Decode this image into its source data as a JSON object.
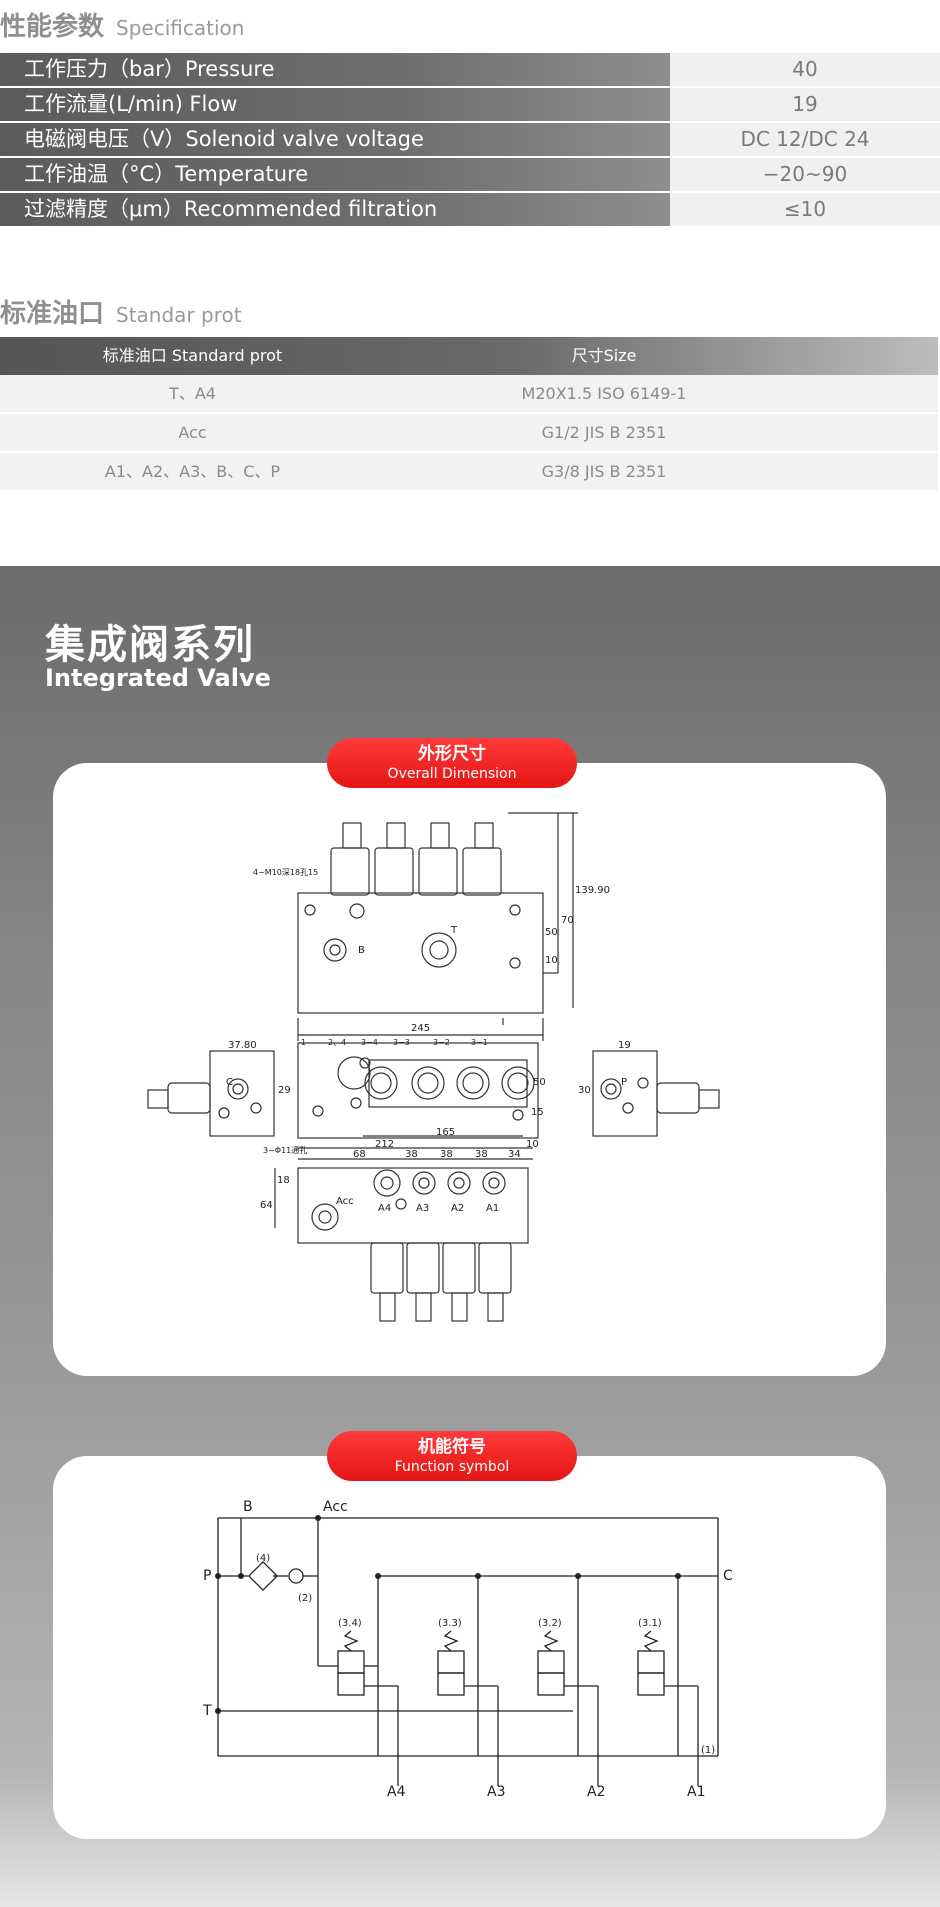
{
  "spec": {
    "title_zh": "性能参数",
    "title_en": "Specification",
    "rows": [
      {
        "label": "工作压力（bar）Pressure",
        "value": "40"
      },
      {
        "label": "工作流量(L/min) Flow",
        "value": "19"
      },
      {
        "label": "电磁阀电压（V）Solenoid valve voltage",
        "value": "DC 12/DC 24"
      },
      {
        "label": "工作油温（°C）Temperature",
        "value": "−20~90"
      },
      {
        "label": "过滤精度（μm）Recommended filtration",
        "value": "≤10"
      }
    ]
  },
  "ports": {
    "title_zh": "标准油口",
    "title_en": "Standar prot",
    "header": [
      "标准油口 Standard prot",
      "尺寸Size"
    ],
    "rows": [
      [
        "T、A4",
        "M20X1.5  ISO  6149-1"
      ],
      [
        "Acc",
        "G1/2  JIS  B  2351"
      ],
      [
        "A1、A2、A3、B、C、P",
        "G3/8  JIS  B  2351"
      ]
    ]
  },
  "series": {
    "title_zh": "集成阀系列",
    "title_en": "Integrated Valve"
  },
  "dimension_card": {
    "pill_zh": "外形尺寸",
    "pill_en": "Overall Dimension",
    "labels": {
      "b": "B",
      "t": "T",
      "c": "C",
      "p": "P",
      "acc": "Acc",
      "a4": "A4",
      "a3": "A3",
      "a2": "A2",
      "a1": "A1",
      "d245": "245",
      "d212": "212",
      "d165": "165",
      "d10": "10",
      "d50": "50",
      "d70": "70",
      "d10b": "10",
      "d139": "139.90",
      "d3780": "37.80",
      "d29": "29",
      "d19": "19",
      "d30": "30",
      "d15": "15",
      "d68": "68",
      "d38a": "38",
      "d38b": "38",
      "d38c": "38",
      "d34": "34",
      "d18": "18",
      "d64": "64",
      "note1": "4−M10深18孔15",
      "note2": "3−Φ11通孔",
      "p1": "1",
      "p2": "2、4",
      "p34": "3−4",
      "p33": "3−3",
      "p32": "3−2",
      "p31": "3−1"
    }
  },
  "function_card": {
    "pill_zh": "机能符号",
    "pill_en": "Function symbol",
    "labels": {
      "b": "B",
      "acc": "Acc",
      "p": "P",
      "c": "C",
      "t": "T",
      "a4": "A4",
      "a3": "A3",
      "a2": "A2",
      "a1": "A1",
      "n4": "(4)",
      "n2": "(2)",
      "n34": "(3.4)",
      "n33": "(3.3)",
      "n32": "(3.2)",
      "n31": "(3.1)",
      "n1": "(1)"
    }
  }
}
